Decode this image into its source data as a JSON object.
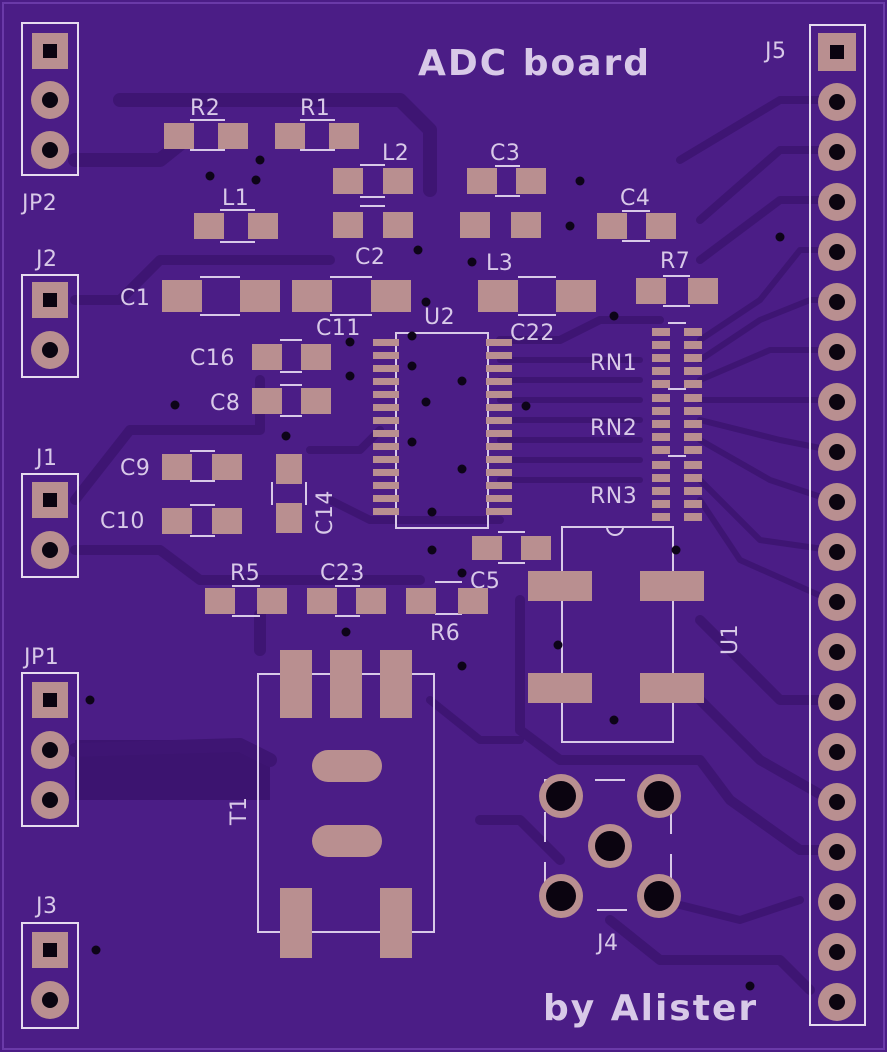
{
  "board": {
    "title": "ADC board",
    "credit": "by Alister",
    "colors": {
      "soldermask": "#4b1d86",
      "copper_pad": "#b98f90",
      "silkscreen": "#d8c9e8"
    }
  },
  "labels": {
    "jp2": "JP2",
    "j2": "J2",
    "j1": "J1",
    "jp1": "JP1",
    "j3": "J3",
    "j5": "J5",
    "j4": "J4",
    "r1": "R1",
    "r2": "R2",
    "r5": "R5",
    "r6": "R6",
    "r7": "R7",
    "l1": "L1",
    "l2": "L2",
    "l3": "L3",
    "c1": "C1",
    "c2": "C2",
    "c3": "C3",
    "c4": "C4",
    "c5": "C5",
    "c8": "C8",
    "c9": "C9",
    "c10": "C10",
    "c11": "C11",
    "c14": "C14",
    "c16": "C16",
    "c22": "C22",
    "c23": "C23",
    "u1": "U1",
    "u2": "U2",
    "t1": "T1",
    "rn1": "RN1",
    "rn2": "RN2",
    "rn3": "RN3"
  }
}
